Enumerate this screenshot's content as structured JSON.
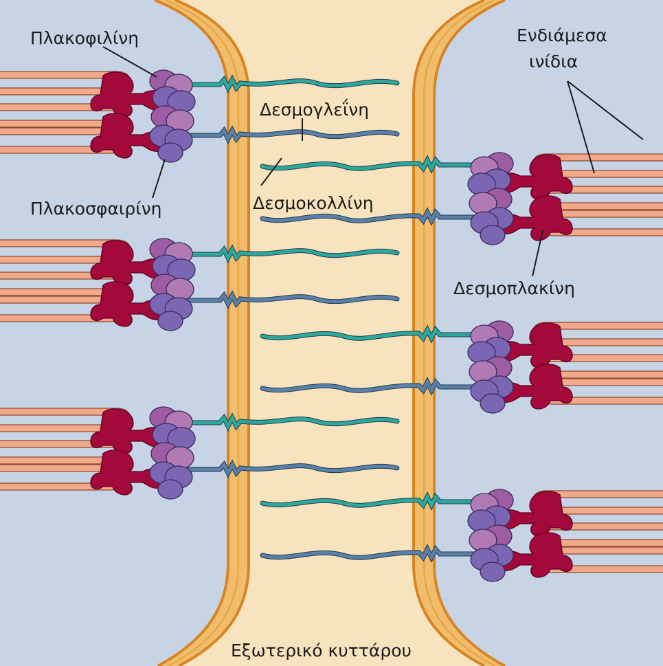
{
  "labels": {
    "plakophilin": "Πλακοφιλίνη",
    "plakoglobin": "Πλακοσφαιρίνη",
    "desmoglein": "Δεσμογλεΐνη",
    "desmocollin": "Δεσμοκολλίνη",
    "intermediate_line1": "Ενδιάμεσα",
    "intermediate_line2": "ινίδια",
    "desmoplakin": "Δεσμοπλακίνη",
    "extracellular": "Εξωτερικό κυττάρου"
  },
  "colors": {
    "cytoplasm": "#c6d4e5",
    "extracellular": "#f8e3bf",
    "membrane_fill": "#f0bd6c",
    "membrane_line": "#d88422",
    "filament": "#f2a98a",
    "desmoplakin": "#a3093b",
    "plakophilin": "#9e5ca3",
    "plakoglobin": "#7b66b4",
    "desmoglein": "#2ea89c",
    "desmocollin": "#5a7fa8"
  }
}
